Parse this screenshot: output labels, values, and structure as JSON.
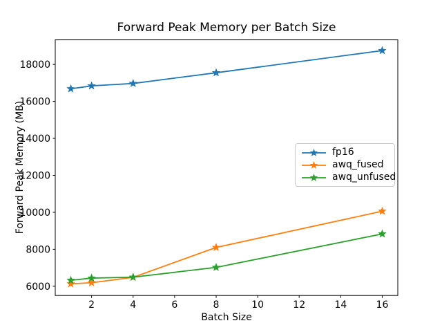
{
  "figure": {
    "kind": "matplotlib-line-chart"
  },
  "chart_data": {
    "type": "line",
    "title": "Forward Peak Memory per Batch Size",
    "xlabel": "Batch Size",
    "ylabel": "Forward Peak Memory (MB)",
    "x": [
      1,
      2,
      4,
      8,
      16
    ],
    "series": [
      {
        "name": "fp16",
        "color": "#1f77b4",
        "marker": "star",
        "values": [
          16680,
          16840,
          16970,
          17550,
          18750
        ]
      },
      {
        "name": "awq_fused",
        "color": "#ff7f0e",
        "marker": "star",
        "values": [
          6130,
          6190,
          6480,
          8100,
          10060
        ]
      },
      {
        "name": "awq_unfused",
        "color": "#2ca02c",
        "marker": "star",
        "values": [
          6320,
          6440,
          6490,
          7020,
          8830
        ]
      }
    ],
    "xlim": [
      0.25,
      16.75
    ],
    "ylim": [
      5500,
      19330
    ],
    "xticks": [
      2,
      4,
      6,
      8,
      10,
      12,
      14,
      16
    ],
    "yticks": [
      6000,
      8000,
      10000,
      12000,
      14000,
      16000,
      18000
    ],
    "grid": false,
    "legend_position": "center-right",
    "axis_color": "#000000",
    "background_color": "#ffffff"
  }
}
